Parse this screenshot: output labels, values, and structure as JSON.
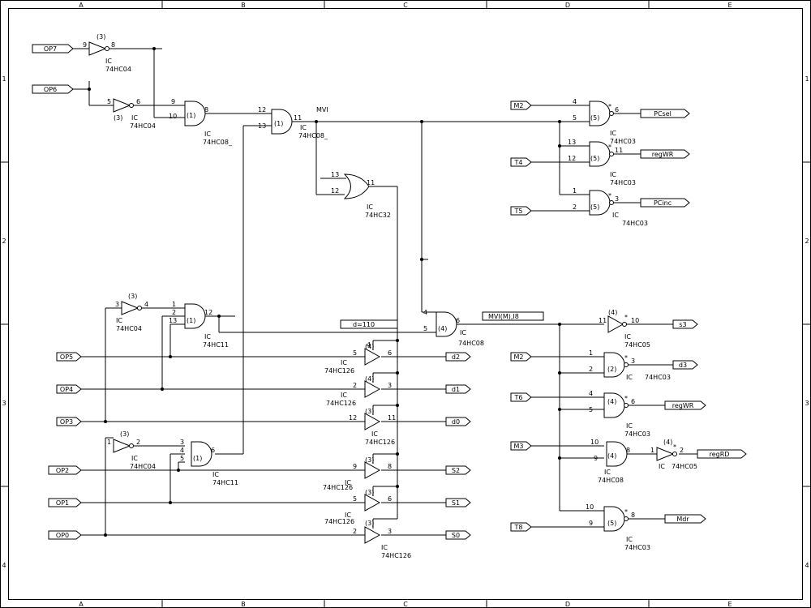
{
  "border": {
    "columns": [
      "A",
      "B",
      "C",
      "D",
      "E"
    ],
    "rows": [
      "1",
      "2",
      "3",
      "4"
    ]
  },
  "ports": {
    "op7": "OP7",
    "op6": "OP6",
    "op5": "OP5",
    "op4": "OP4",
    "op3": "OP3",
    "op2": "OP2",
    "op1": "OP1",
    "op0": "OP0",
    "m2a": "M2",
    "t4": "T4",
    "t5": "T5",
    "m2b": "M2",
    "t6": "T6",
    "m3": "M3",
    "t8": "T8",
    "pcsel": "PCsel",
    "regwr1": "regWR",
    "pcinc": "PCinc",
    "s3": "s3",
    "d3": "d3",
    "regwr2": "regWR",
    "regrd": "regRD",
    "mdr": "Mdr",
    "d2": "d2",
    "d1": "d1",
    "d0": "d0",
    "S2": "S2",
    "S1": "S1",
    "S0": "S0"
  },
  "labels": {
    "ic": "IC",
    "mvi": "MVI",
    "d110": "d=110",
    "mvim": "MVI(M),I8",
    "p74hc04": "74HC04",
    "p74hc08": "74HC08",
    "p74hc08u": "74HC08_",
    "p74hc11": "74HC11",
    "p74hc32": "74HC32",
    "p74hc03": "74HC03",
    "p74hc05": "74HC05",
    "p74hc126": "74HC126",
    "u1": "(1)",
    "u2": "(2)",
    "u3": "(3)",
    "u4": "(4)",
    "u5": "(5)",
    "star": "*"
  }
}
